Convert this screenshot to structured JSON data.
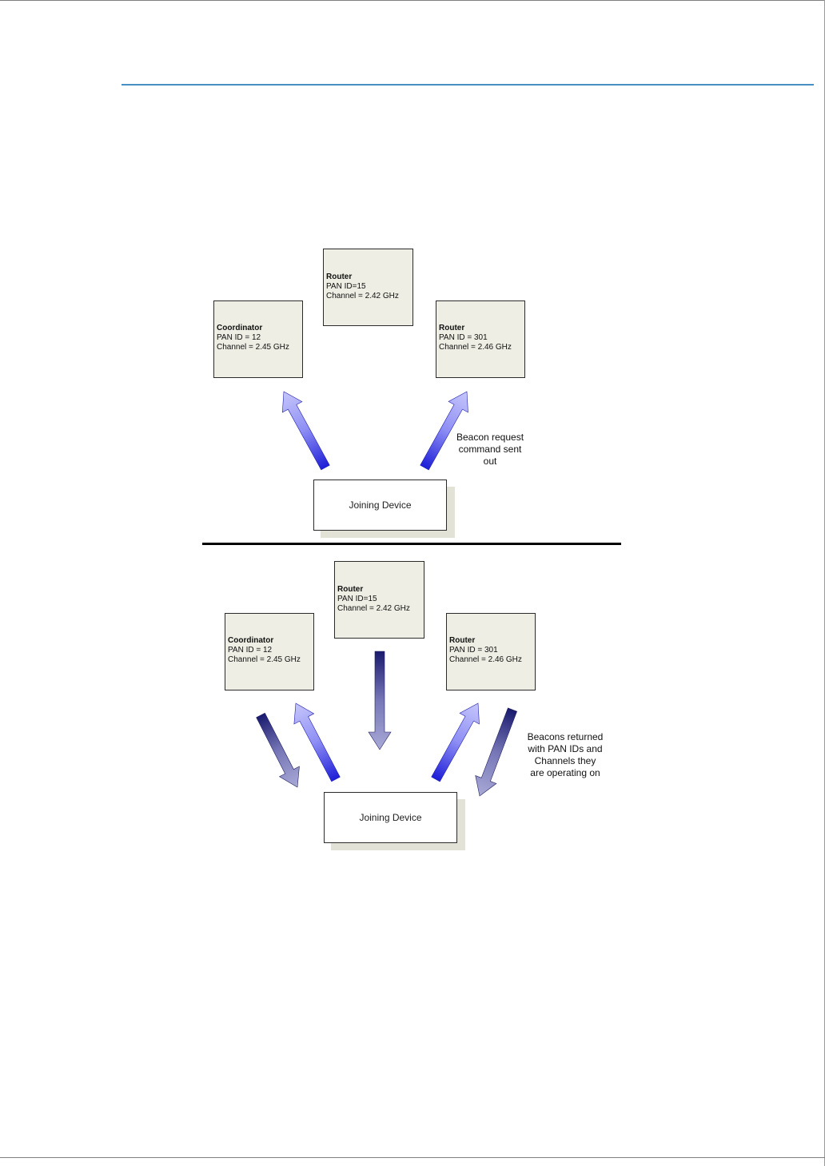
{
  "top_panel": {
    "coordinator": {
      "role": "Coordinator",
      "pan": "PAN ID = 12",
      "channel": "Channel = 2.45 GHz"
    },
    "router_center": {
      "role": "Router",
      "pan": "PAN ID=15",
      "channel": "Channel = 2.42 GHz"
    },
    "router_right": {
      "role": "Router",
      "pan": "PAN ID = 301",
      "channel": "Channel = 2.46 GHz"
    },
    "device_label": "Joining Device",
    "annotation_lines": [
      "Beacon request",
      "command sent",
      "out"
    ]
  },
  "bottom_panel": {
    "coordinator": {
      "role": "Coordinator",
      "pan": "PAN ID = 12",
      "channel": "Channel = 2.45 GHz"
    },
    "router_center": {
      "role": "Router",
      "pan": "PAN ID=15",
      "channel": "Channel = 2.42 GHz"
    },
    "router_right": {
      "role": "Router",
      "pan": "PAN ID = 301",
      "channel": "Channel = 2.46 GHz"
    },
    "device_label": "Joining Device",
    "annotation_lines": [
      "Beacons returned",
      "with PAN IDs and",
      "Channels they",
      "are operating on"
    ]
  },
  "colors": {
    "header_rule": "#4a8fc4",
    "node_fill": "#eeeee4",
    "request_arrow": "#3a3ae0",
    "beacon_arrow": "#2a2a8a"
  }
}
